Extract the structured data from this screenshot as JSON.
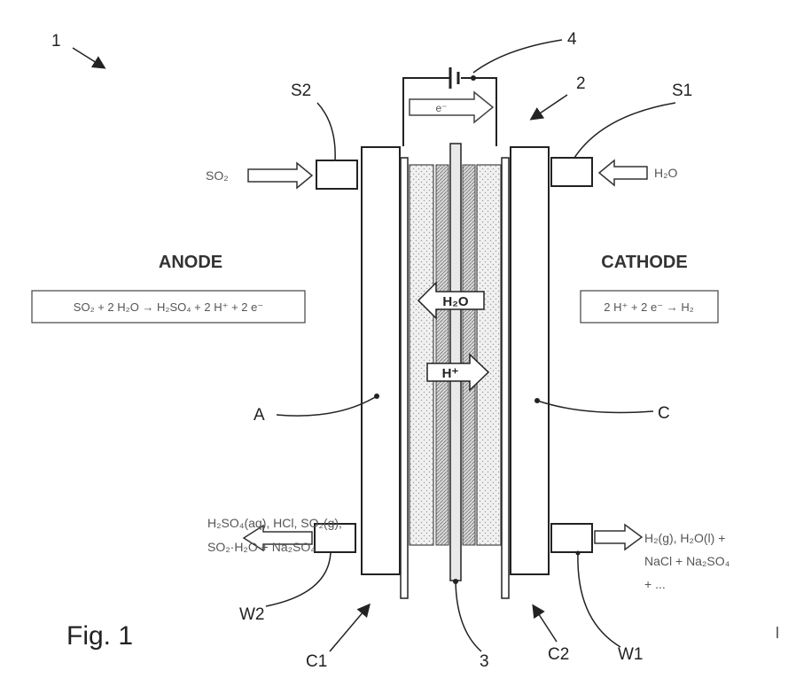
{
  "figure": {
    "caption": "Fig. 1",
    "refs": {
      "device": "1",
      "cell": "2",
      "membrane": "3",
      "power": "4",
      "anode_inlet": "S2",
      "cathode_inlet": "S1",
      "anode_outlet": "W2",
      "cathode_outlet": "W1",
      "anode_plate": "A",
      "cathode_plate": "C",
      "anode_chamber": "C1",
      "cathode_chamber": "C2"
    },
    "anode": {
      "title": "ANODE",
      "reaction": "SO₂ + 2 H₂O → H₂SO₄ + 2 H⁺ + 2 e⁻",
      "input": "SO₂",
      "output_line1": "H₂SO₄(aq), HCl, SO₂(g),",
      "output_line2": "SO₂·H₂O + Na₂SO₄"
    },
    "cathode": {
      "title": "CATHODE",
      "reaction": "2 H⁺ + 2 e⁻ → H₂",
      "input": "H₂O",
      "output_line1": "H₂(g), H₂O(l) +",
      "output_line2": "NaCl + Na₂SO₄",
      "output_line3": "+ ..."
    },
    "flows": {
      "electron": "e⁻",
      "water": "H₂O",
      "proton": "H⁺"
    },
    "colors": {
      "line": "#222222",
      "label": "#555555",
      "electrode_fill": "#e6e6e6",
      "membrane_fill": "#bcbcbc",
      "box_fill": "#ffffff"
    }
  }
}
